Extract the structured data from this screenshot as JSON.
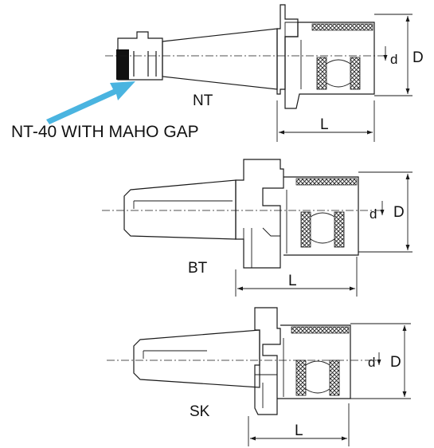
{
  "callout": {
    "text": "NT-40 WITH MAHO GAP",
    "arrow_color": "#4ab4e0"
  },
  "holders": [
    {
      "type_label": "NT",
      "dim_length": "L",
      "dim_diameter": "D",
      "dim_bore": "d"
    },
    {
      "type_label": "BT",
      "dim_length": "L",
      "dim_diameter": "D",
      "dim_bore": "d"
    },
    {
      "type_label": "SK",
      "dim_length": "L",
      "dim_diameter": "D",
      "dim_bore": "d"
    }
  ]
}
